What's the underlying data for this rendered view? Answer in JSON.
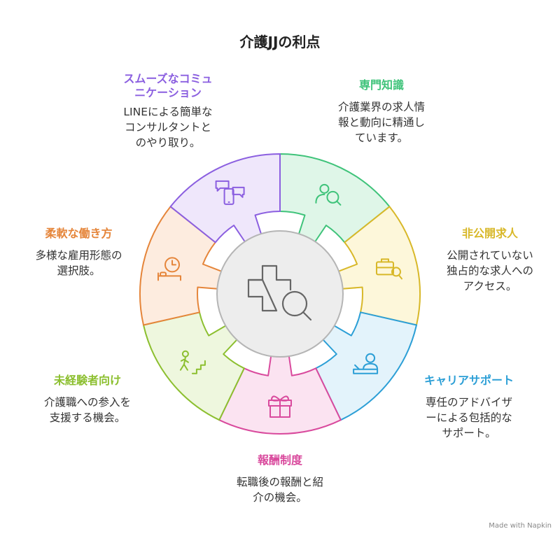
{
  "title": "介護JJの利点",
  "segments": [
    {
      "key": "expertise",
      "title": "専門知識",
      "lines": [
        "介護業界の求人情",
        "報と動向に精通し",
        "ています。"
      ],
      "color": "#3fc37a",
      "fill": "#dff6e8",
      "icon": "expert-search-icon"
    },
    {
      "key": "private",
      "title": "非公開求人",
      "lines": [
        "公開されていない",
        "独占的な求人への",
        "アクセス。"
      ],
      "color": "#d8b829",
      "fill": "#fdf7da",
      "icon": "briefcase-search-icon"
    },
    {
      "key": "support",
      "title": "キャリアサポート",
      "lines": [
        "専任のアドバイザ",
        "ーによる包括的な",
        "サポート。"
      ],
      "color": "#2c9fd6",
      "fill": "#e3f3fb",
      "icon": "advisor-desk-icon"
    },
    {
      "key": "reward",
      "title": "報酬制度",
      "lines": [
        "転職後の報酬と紹",
        "介の機会。"
      ],
      "color": "#d94a9d",
      "fill": "#fbe3f1",
      "icon": "gift-icon"
    },
    {
      "key": "inexperienced",
      "title": "未経験者向け",
      "lines": [
        "介護職への参入を",
        "支援する機会。"
      ],
      "color": "#8cbf2f",
      "fill": "#eef7de",
      "icon": "stairs-climb-icon"
    },
    {
      "key": "flexible",
      "title": "柔軟な働き方",
      "lines": [
        "多様な雇用形態の",
        "選択肢。"
      ],
      "color": "#e5853a",
      "fill": "#fdecdf",
      "icon": "clock-bed-icon"
    },
    {
      "key": "communication",
      "title": "スムーズなコミュ|ニケーション",
      "lines": [
        "LINEによる簡単な",
        "コンサルタントと",
        "のやり取り。"
      ],
      "color": "#8b5fe0",
      "fill": "#efe7fb",
      "icon": "chat-phone-icon"
    }
  ],
  "center_icon": "medical-cross-search-icon",
  "credit": "Made with  Napkin"
}
